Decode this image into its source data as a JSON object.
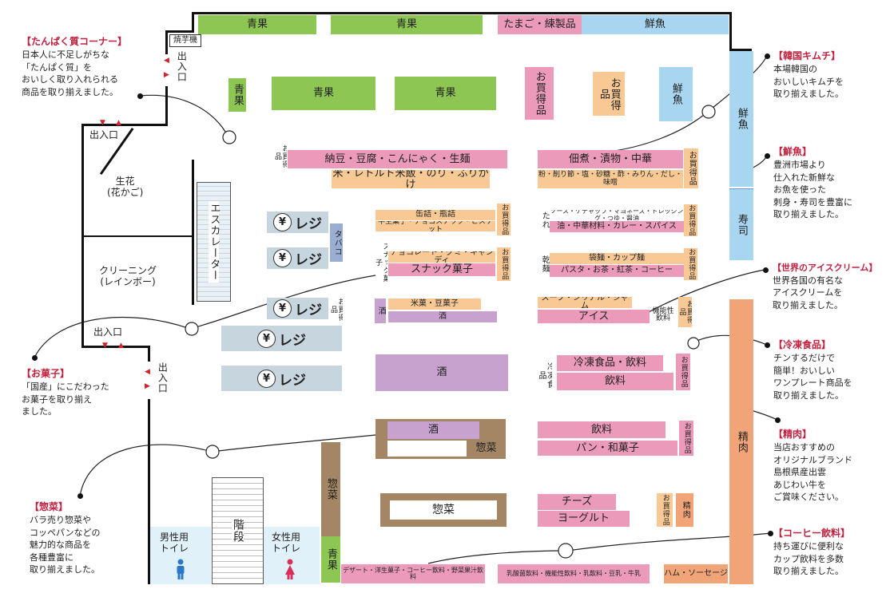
{
  "store_blocks": {
    "seika_top1": "青果",
    "seika_top2": "青果",
    "tamago": "たまご・練製品",
    "sengyo_top": "鮮魚",
    "yakiimo": "焼芋機",
    "seika_v": "青果",
    "seika_mid1": "青果",
    "seika_mid2": "青果",
    "otoku_a": "お買得品",
    "otoku_b": "お買得品",
    "sengyo_mid": "鮮魚",
    "sengyo_right": "鮮魚",
    "sushi": "寿司",
    "otoku_left_natto": "お買得品",
    "natto": "納豆・豆腐・こんにゃく・生麺",
    "kome": "米・レトルト米飯・のり・ふりかけ",
    "tsukudani": "佃煮・漬物・中華",
    "kona": "粉・削り節・塩・砂糖・酢・みりん・だし・味噌",
    "otoku_right_tsuku": "お買得品",
    "kanzume": "缶詰・瓶詰",
    "hannama": "半生菓子・チョコスナック・ビスケット",
    "otoku_kanzume": "お買得品",
    "tare": "たれ",
    "sauce": "ソース・ケチャップ・マヨネーズ・ドレッシング・つゆ・醤油",
    "abura": "油・中華材料・カレー・スパイス",
    "otoku_abura": "お買得品",
    "tabako": "タバコ",
    "snack_v": "スナック菓子",
    "choco": "チョコレート・グミ・キャンディ",
    "snack": "スナック菓子",
    "otoku_snack": "お買得品",
    "kanmen": "乾麺",
    "fukuro": "袋麺・カップ麺",
    "pasta": "パスタ・お茶・紅茶・コーヒー",
    "otoku_pasta": "お買得品",
    "otoku_reji3": "お買得品",
    "sake_v": "酒",
    "beika": "米菓・豆菓子",
    "sake_small": "酒",
    "soup": "スープ・シリアル・ジャム",
    "ice": "アイス",
    "kinou": "機能性飲料",
    "otoku_ice": "お買得品",
    "sake_big": "酒",
    "reitou_v": "冷凍食品",
    "reitou": "冷凍食品・飲料",
    "inryo_mid": "飲料",
    "otoku_reitou": "お買得品",
    "sake_lower": "酒",
    "souzai_small": "惣菜",
    "inryo_lower": "飲料",
    "pan": "パン・和菓子",
    "otoku_pan": "お買得品",
    "souzai_v": "惣菜",
    "souzai_big": "惣菜",
    "cheese": "チーズ",
    "yogurt": "ヨーグルト",
    "otoku_seiniku": "お買得品",
    "seiniku_small": "精肉",
    "seiniku_big": "精肉",
    "seika_bottom_v": "青果",
    "dessert": "デザート・洋生菓子・コーヒー飲料・野菜果汁飲料",
    "nyusan": "乳酸菌飲料・機能性飲料・乳飲料・豆乳・牛乳",
    "ham": "ハム・ソーセージ"
  },
  "reji_label": "レジ",
  "yen_symbol": "¥",
  "facilities": {
    "deiriguchi": "出入口",
    "hanaya": "生花\n(花かご)",
    "cleaning": "クリーニング\n(レインボー)",
    "escalator": "エスカレーター",
    "kaidan": "階段",
    "men_toilet": "男性用\nトイレ",
    "women_toilet": "女性用\nトイレ"
  },
  "notes": {
    "protein": {
      "title": "【たんぱく質コーナー】",
      "body": "日本人に不足しがちな\n「たんぱく質」を\nおいしく取り入れられる\n商品を取り揃えました。"
    },
    "okashi": {
      "title": "【お菓子】",
      "body": "「国産」にこだわった\nお菓子を取り揃え\nました。"
    },
    "souzai": {
      "title": "【惣菜】",
      "body": "バラ売り惣菜や\nコッペパンなどの\n魅力的な商品を\n各種豊富に\n取り揃えました。"
    },
    "kimchi": {
      "title": "【韓国キムチ】",
      "body": "本場韓国の\nおいしいキムチを\n取り揃えました。"
    },
    "sengyo": {
      "title": "【鮮魚】",
      "body": "豊洲市場より\n仕入れた新鮮な\nお魚を使った\n刺身・寿司を豊富に\n取り揃えました。"
    },
    "ice": {
      "title": "【世界のアイスクリーム】",
      "body": "世界各国の有名な\nアイスクリームを\n取り揃えました。"
    },
    "reitou": {
      "title": "【冷凍食品】",
      "body": "チンするだけで\n簡単！おいしい\nワンプレート商品を\n取り揃えました。"
    },
    "seiniku": {
      "title": "【精肉】",
      "body": "当店おすすめの\nオリジナルブランド\n島根県産出雲\nあじわい牛を\nご賞味ください。"
    },
    "coffee": {
      "title": "【コーヒー飲料】",
      "body": "持ち運びに便利な\nカップ飲料を多数\n取り揃えました。"
    }
  },
  "colors": {
    "produce": "#8ec653",
    "pink": "#ec9ab9",
    "purple": "#c8a2cf",
    "tan": "#f8c994",
    "blue": "#a8d5ef",
    "orange": "#f0a477",
    "brown": "#a48665",
    "register": "#c7d5de",
    "accent": "#c0213f"
  }
}
